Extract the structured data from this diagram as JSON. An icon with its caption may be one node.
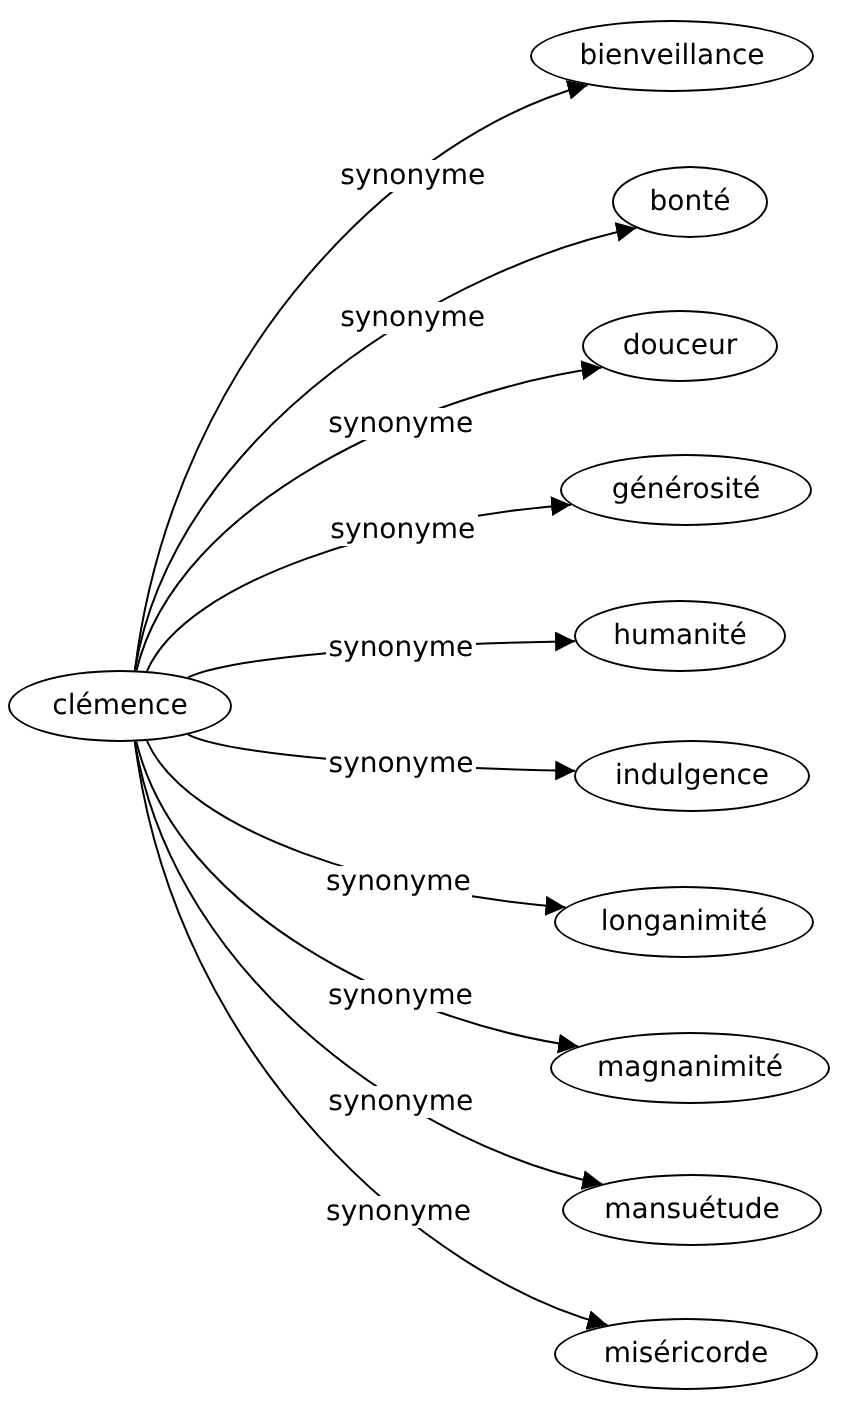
{
  "diagram": {
    "nodes": [
      {
        "text": [
          "clémence"
        ]
      },
      {
        "text": [
          "bienveillance"
        ]
      },
      {
        "text": [
          "bonté"
        ]
      },
      {
        "text": [
          "douceur"
        ]
      },
      {
        "text": [
          "générosité"
        ]
      },
      {
        "text": [
          "humanité"
        ]
      },
      {
        "text": [
          "indulgence"
        ]
      },
      {
        "text": [
          "longanimité"
        ]
      },
      {
        "text": [
          "magnanimité"
        ]
      },
      {
        "text": [
          "mansuétude"
        ]
      },
      {
        "text": [
          "miséricorde"
        ]
      }
    ],
    "edges": [
      {
        "from": 0,
        "to": 1,
        "arrow": "to",
        "label": "synonyme"
      },
      {
        "from": 0,
        "to": 2,
        "arrow": "to",
        "label": "synonyme"
      },
      {
        "from": 0,
        "to": 3,
        "arrow": "to",
        "label": "synonyme"
      },
      {
        "from": 0,
        "to": 4,
        "arrow": "to",
        "label": "synonyme"
      },
      {
        "from": 0,
        "to": 5,
        "arrow": "to",
        "label": "synonyme"
      },
      {
        "from": 0,
        "to": 6,
        "arrow": "to",
        "label": "synonyme"
      },
      {
        "from": 0,
        "to": 7,
        "arrow": "to",
        "label": "synonyme"
      },
      {
        "from": 0,
        "to": 8,
        "arrow": "to",
        "label": "synonyme"
      },
      {
        "from": 0,
        "to": 9,
        "arrow": "to",
        "label": "synonyme"
      },
      {
        "from": 0,
        "to": 10,
        "arrow": "to",
        "label": "synonyme"
      }
    ]
  }
}
